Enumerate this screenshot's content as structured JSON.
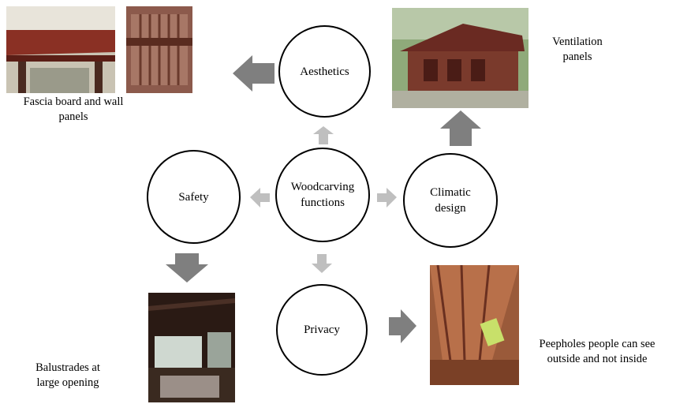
{
  "center": {
    "label": "Woodcarving functions"
  },
  "nodes": {
    "aesthetics": "Aesthetics",
    "safety": "Safety",
    "climatic": "Climatic design",
    "privacy": "Privacy"
  },
  "captions": {
    "fascia": "Fascia board and wall panels",
    "ventilation": "Ventilation panels",
    "balustrades": "Balustrades at large opening",
    "peepholes": "Peepholes people can see outside and not inside"
  },
  "colors": {
    "arrow_light": "#bfbfbf",
    "arrow_dark": "#7f7f7f",
    "wood": "#7a3a2c"
  }
}
